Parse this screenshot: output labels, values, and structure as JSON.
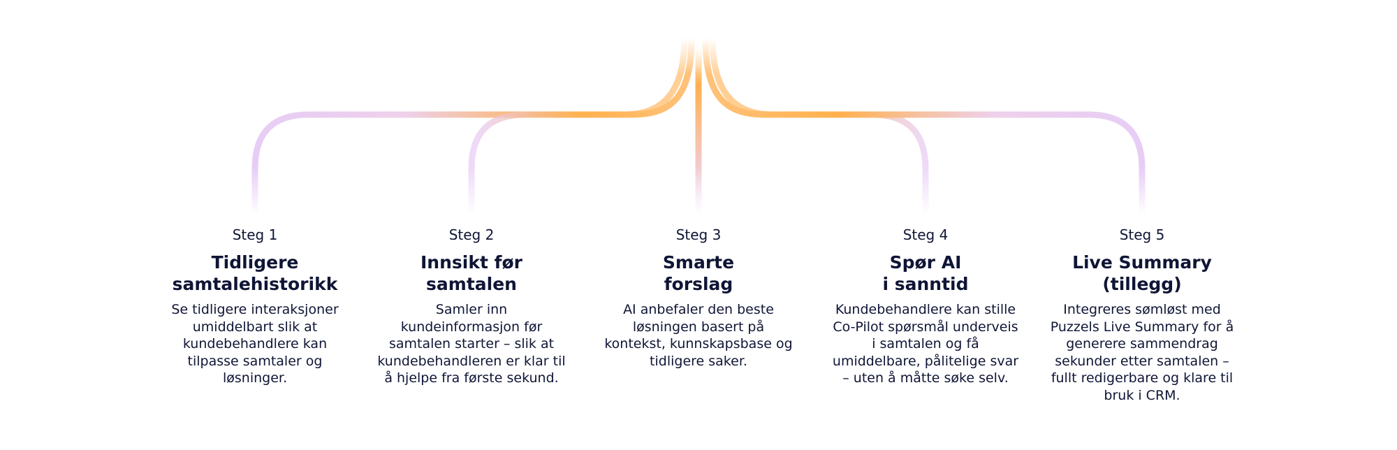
{
  "colors": {
    "text": "#0f1535",
    "line_orange": "#ffb04d",
    "line_purple": "#e3c8f5",
    "background": "#ffffff"
  },
  "steps": [
    {
      "label": "Steg 1",
      "title_lines": [
        "Tidligere",
        "samtalehistorikk"
      ],
      "description": "Se tidligere interaksjoner umiddelbart slik at kundebehandlere kan tilpasse samtaler og løsninger."
    },
    {
      "label": "Steg 2",
      "title_lines": [
        "Innsikt før",
        "samtalen"
      ],
      "description": "Samler inn kundeinformasjon før samtalen starter – slik at kundebehandleren er klar til å hjelpe fra første sekund."
    },
    {
      "label": "Steg 3",
      "title_lines": [
        "Smarte",
        "forslag"
      ],
      "description": "AI anbefaler den beste løsningen basert på kontekst, kunnskapsbase og tidligere saker."
    },
    {
      "label": "Steg 4",
      "title_lines": [
        "Spør AI",
        "i sanntid"
      ],
      "description": "Kundebehandlere kan stille Co-Pilot spørsmål underveis i samtalen og få umiddelbare, pålitelige svar – uten å måtte søke selv."
    },
    {
      "label": "Steg 5",
      "title_lines": [
        "Live Summary",
        "(tillegg)"
      ],
      "description": "Integreres sømløst med Puzzels Live Summary for å generere sammendrag sekunder etter samtalen – fullt redigerbare og klare til bruk i CRM."
    }
  ]
}
